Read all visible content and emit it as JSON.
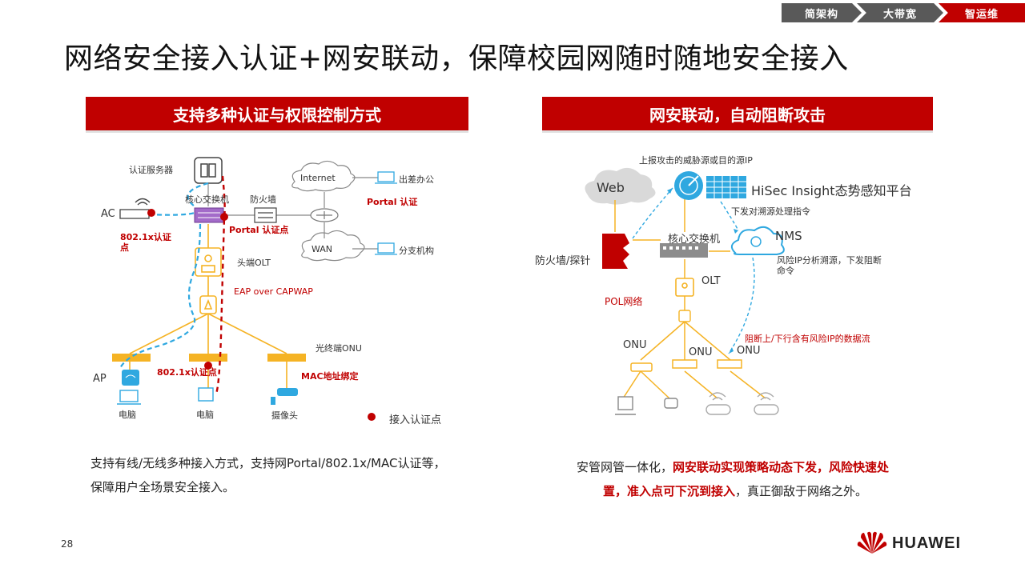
{
  "nav": {
    "items": [
      "简架构",
      "大带宽",
      "智运维"
    ]
  },
  "page": {
    "title": "网络安全接入认证+网安联动，保障校园网随时随地安全接入",
    "number": "28",
    "brand": "HUAWEI"
  },
  "left": {
    "banner": "支持多种认证与权限控制方式",
    "labels": {
      "auth_server": "认证服务器",
      "core_switch": "核心交换机",
      "firewall": "防火墙",
      "internet": "Internet",
      "wan": "WAN",
      "business_trip": "出差办公",
      "branch": "分支机构",
      "portal_auth": "Portal 认证",
      "portal_point": "Portal 认证点",
      "ac": "AC",
      "dot1x_point_top": "802.1x认证\n点",
      "head_olt": "头端OLT",
      "eap": "EAP over CAPWAP",
      "onu_terminal": "光终端ONU",
      "ap": "AP",
      "dot1x_point": "802.1x认证点",
      "mac_binding": "MAC地址绑定",
      "pc1": "电脑",
      "pc2": "电脑",
      "camera": "摄像头",
      "legend": "接入认证点"
    },
    "caption_line1": "支持有线/无线多种接入方式，支持网Portal/802.1x/MAC认证等，",
    "caption_line2": "保障用户全场景安全接入。"
  },
  "right": {
    "banner": "网安联动，自动阻断攻击",
    "labels": {
      "report": "上报攻击的威胁源或目的源IP",
      "web": "Web",
      "hisec": "HiSec Insight态势感知平台",
      "dispatch": "下发对溯源处理指令",
      "core_switch": "核心交换机",
      "nms": "NMS",
      "firewall_probe": "防火墙/探针",
      "risk_analysis": "风险IP分析溯源，下发阻断\n命令",
      "olt": "OLT",
      "pol": "POL网络",
      "block": "阻断上/下行含有风险IP的数据流",
      "onu1": "ONU",
      "onu2": "ONU",
      "onu3": "ONU",
      "wifi": "Wi-Fi"
    },
    "caption_plain1": "安管网管一体化，",
    "caption_hl1": "网安联动实现策略动态下发，风险快速处",
    "caption_hl2": "置，准入点可下沉到接入",
    "caption_plain2": "，真正御敌于网络之外。"
  },
  "colors": {
    "accent": "#c00000",
    "gray": "#595959",
    "device": "#f5b324",
    "link_blue": "#2fa8e0"
  }
}
